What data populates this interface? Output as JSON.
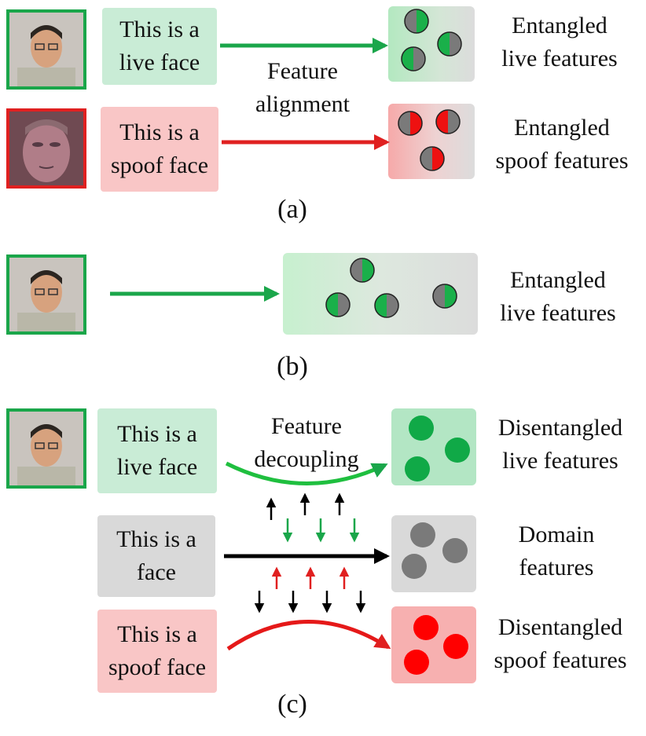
{
  "panel_a": {
    "live_text": "This is a\nlive face",
    "spoof_text": "This is a\nspoof face",
    "alignment_label": "Feature\nalignment",
    "live_features_label": "Entangled\nlive features",
    "spoof_features_label": "Entangled\nspoof features",
    "caption": "(a)"
  },
  "panel_b": {
    "features_label": "Entangled\nlive features",
    "caption": "(b)"
  },
  "panel_c": {
    "live_text": "This is a\nlive face",
    "face_text": "This is a\nface",
    "spoof_text": "This is a\nspoof face",
    "decoupling_label": "Feature\ndecoupling",
    "live_features_label": "Disentangled\nlive features",
    "domain_features_label": "Domain\nfeatures",
    "spoof_features_label": "Disentangled\nspoof features",
    "caption": "(c)"
  },
  "colors": {
    "green": "#1aa64a",
    "red": "#e02020",
    "gray": "#777777",
    "black": "#000000"
  }
}
